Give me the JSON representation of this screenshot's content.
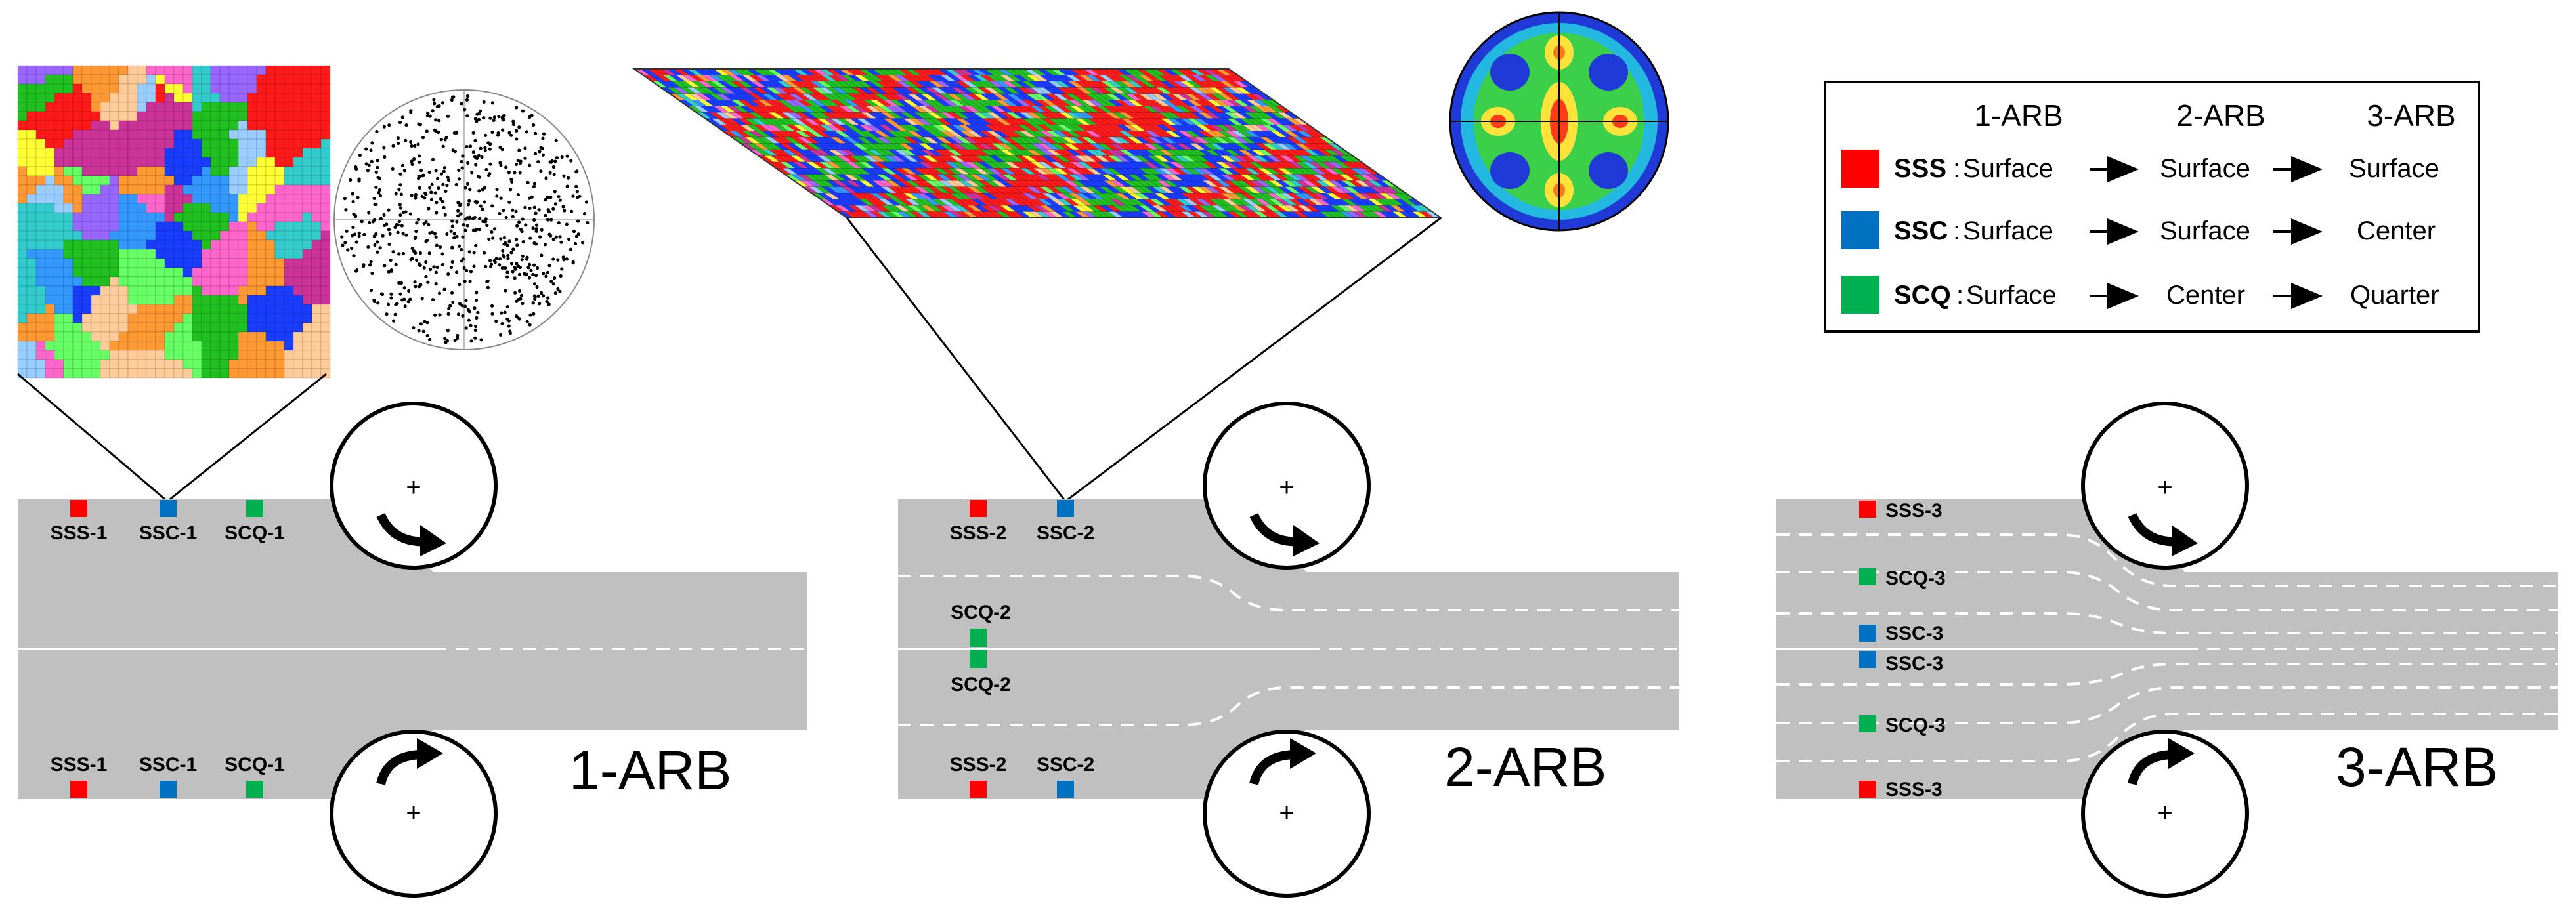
{
  "stages": [
    {
      "title": "1-ARB",
      "top_markers": [
        {
          "label": "SSS-1",
          "color": "#ff0000"
        },
        {
          "label": "SSC-1",
          "color": "#0070c0"
        },
        {
          "label": "SCQ-1",
          "color": "#00b050"
        }
      ],
      "bottom_markers": [
        {
          "label": "SSS-1",
          "color": "#ff0000"
        },
        {
          "label": "SSC-1",
          "color": "#0070c0"
        },
        {
          "label": "SCQ-1",
          "color": "#00b050"
        }
      ]
    },
    {
      "title": "2-ARB",
      "top_markers": [
        {
          "label": "SSS-2",
          "color": "#ff0000"
        },
        {
          "label": "SSC-2",
          "color": "#0070c0"
        }
      ],
      "middle_markers": [
        {
          "label": "SCQ-2",
          "color": "#00b050"
        },
        {
          "label": "SCQ-2",
          "color": "#00b050"
        }
      ],
      "bottom_markers": [
        {
          "label": "SSS-2",
          "color": "#ff0000"
        },
        {
          "label": "SSC-2",
          "color": "#0070c0"
        }
      ]
    },
    {
      "title": "3-ARB",
      "markers": [
        {
          "label": "SSS-3",
          "color": "#ff0000"
        },
        {
          "label": "SCQ-3",
          "color": "#00b050"
        },
        {
          "label": "SSC-3",
          "color": "#0070c0"
        },
        {
          "label": "SSC-3",
          "color": "#0070c0"
        },
        {
          "label": "SCQ-3",
          "color": "#00b050"
        },
        {
          "label": "SSS-3",
          "color": "#ff0000"
        }
      ]
    }
  ],
  "roll_symbol": "+",
  "legend": {
    "headers": [
      "1-ARB",
      "2-ARB",
      "3-ARB"
    ],
    "rows": [
      {
        "code": "SSS",
        "color": "#ff0000",
        "steps": [
          "Surface",
          "Surface",
          "Surface"
        ]
      },
      {
        "code": "SSC",
        "color": "#0070c0",
        "steps": [
          "Surface",
          "Surface",
          "Center"
        ]
      },
      {
        "code": "SCQ",
        "color": "#00b050",
        "steps": [
          "Surface",
          "Center",
          "Quarter"
        ]
      }
    ],
    "separator": ":"
  },
  "colors": {
    "sheet": "#c0c0c0",
    "sss": "#ff0000",
    "ssc": "#0070c0",
    "scq": "#00b050",
    "grain_palette": [
      "#ff1a1a",
      "#1a3cff",
      "#20c020",
      "#ff66cc",
      "#ffff33",
      "#33cccc",
      "#9966ff",
      "#ff9933",
      "#66ff66",
      "#3399ff",
      "#cc3399",
      "#ffcc99",
      "#99ccff"
    ]
  },
  "icons": {
    "roll_arrow": "curved-arrow-icon",
    "pole_figure": "pole-figure-icon"
  }
}
